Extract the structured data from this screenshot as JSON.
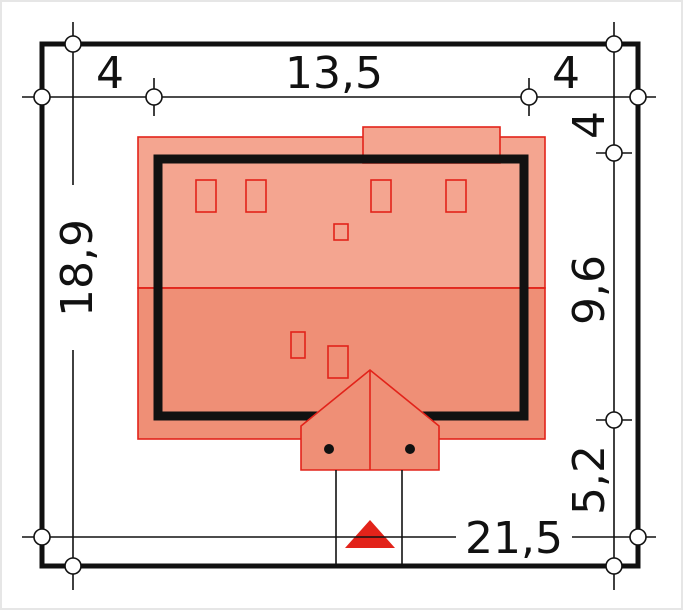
{
  "dimensions": {
    "top_left": "4",
    "top_middle": "13,5",
    "top_right": "4",
    "right_top": "4",
    "right_middle": "9,6",
    "right_bottom": "5,2",
    "left_total": "18,9",
    "bottom_total": "21,5"
  },
  "colors": {
    "roof_light": "#f4a590",
    "roof_dark": "#ef8f76",
    "outline_red": "#e2231a",
    "wall_black": "#111111",
    "arrow_red": "#e2231a",
    "frame": "#e6e6e6"
  }
}
